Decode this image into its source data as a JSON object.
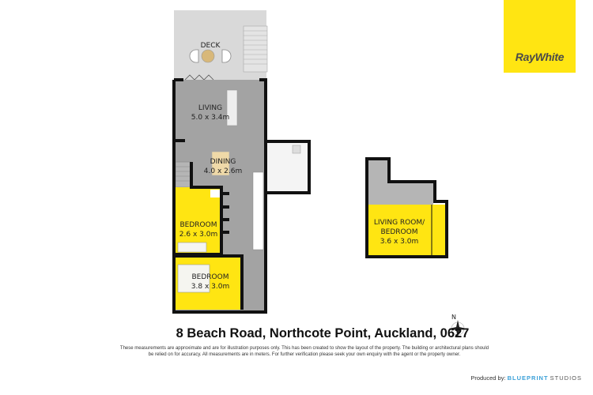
{
  "rooms": {
    "deck": {
      "name": "DECK"
    },
    "living": {
      "name": "LIVING",
      "size": "5.0 x 3.4m"
    },
    "dining": {
      "name": "DINING",
      "size": "4.0 x 2.6m"
    },
    "bedroom1": {
      "name": "BEDROOM",
      "size": "2.6 x 3.0m"
    },
    "bedroom2": {
      "name": "BEDROOM",
      "size": "3.8 x 3.0m"
    },
    "upper": {
      "name_line1": "LIVING ROOM/",
      "name_line2": "BEDROOM",
      "size": "3.6 x 3.0m"
    }
  },
  "compass": {
    "label": "N"
  },
  "logo": {
    "text": "RayWhite"
  },
  "address": "8 Beach Road, Northcote Point, Auckland, 0627",
  "disclaimer": "These measurements are approximate and are for illustration purposes only. This has been created to show the layout of the property. The building or architectural plans should be relied on for accuracy. All measurements are in meters. For further verification please seek your own enquiry with the agent or the property owner.",
  "credit": {
    "prefix": "Produced by:",
    "brand1": "BLUEPRINT",
    "brand2": "STUDIOS"
  },
  "colors": {
    "highlight": "#ffe512",
    "floor": "#a3a3a3",
    "deck": "#d9d9d9",
    "wall": "#111111"
  }
}
